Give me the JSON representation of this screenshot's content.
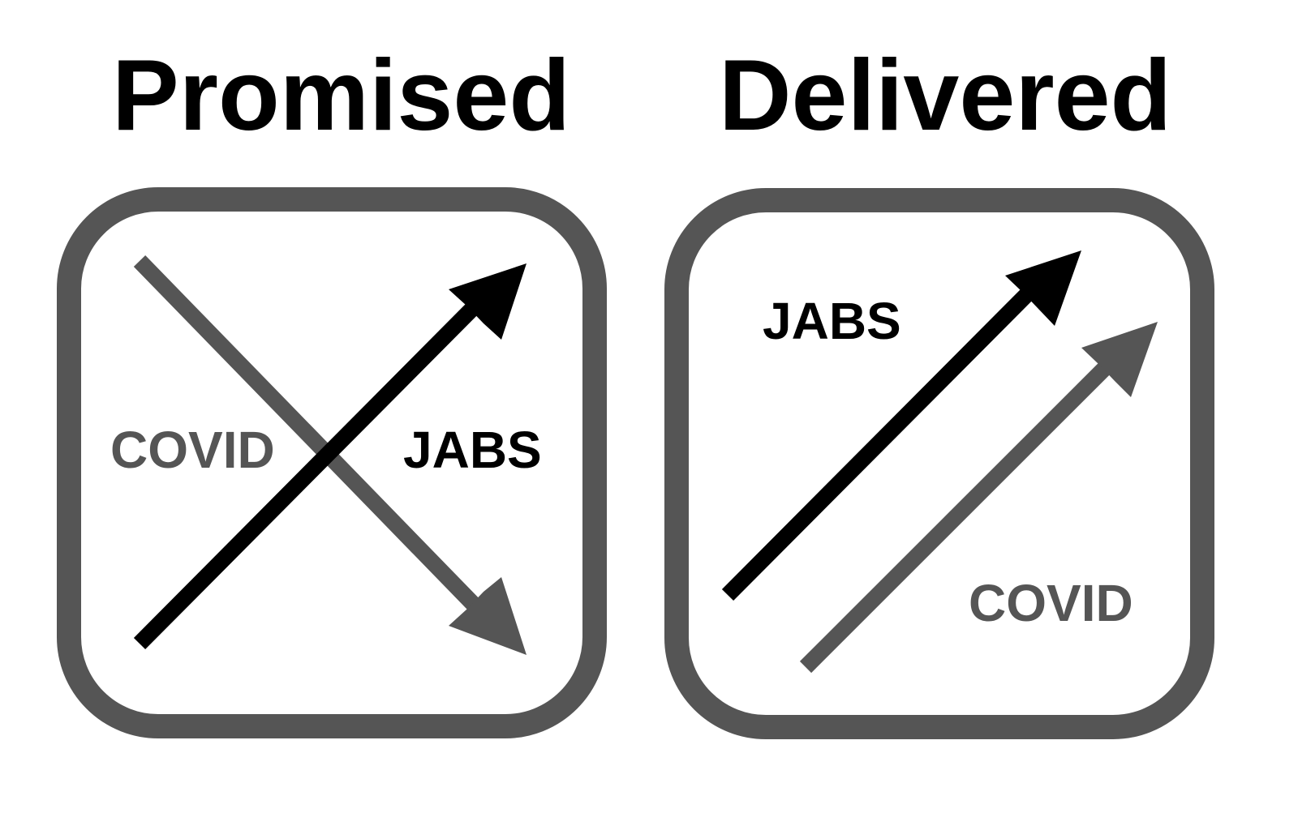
{
  "colors": {
    "dark": "#000000",
    "grey": "#555555",
    "background": "#ffffff"
  },
  "panels": [
    {
      "title": "Promised",
      "labels": {
        "covid": "COVID",
        "jabs": "JABS"
      },
      "arrows": [
        {
          "series": "JABS",
          "direction": "up",
          "color": "dark"
        },
        {
          "series": "COVID",
          "direction": "down",
          "color": "grey"
        }
      ]
    },
    {
      "title": "Delivered",
      "labels": {
        "jabs": "JABS",
        "covid": "COVID"
      },
      "arrows": [
        {
          "series": "JABS",
          "direction": "up",
          "color": "dark"
        },
        {
          "series": "COVID",
          "direction": "up",
          "color": "grey"
        }
      ]
    }
  ]
}
